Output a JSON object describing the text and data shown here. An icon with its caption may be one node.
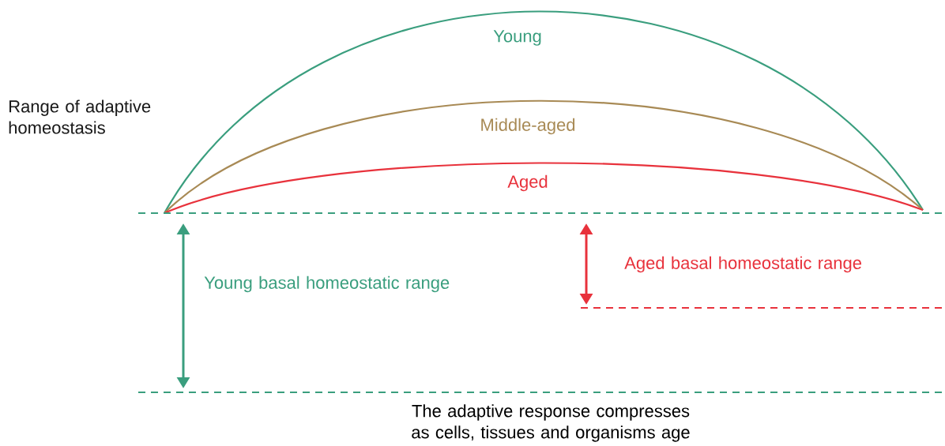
{
  "diagram": {
    "caption": "The adaptive response compresses as cells, tissues and organisms age",
    "labels": [
      "Young",
      "Range of adaptive homeostasis",
      "Middle-aged",
      "Aged",
      "Aged basal homeostatic range",
      "Young basal homeostatic range"
    ]
  }
}
